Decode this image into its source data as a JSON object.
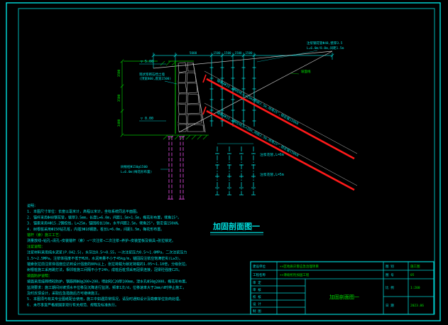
{
  "title": "加固剖面图一",
  "dims": {
    "top": [
      "5000",
      "1500",
      "1500",
      "1500",
      "1500"
    ],
    "left": [
      "3500",
      "3500",
      "3400"
    ]
  },
  "labels": {
    "pipe_note1": "注浆钢花管Φ48,壁厚3.5",
    "pipe_note2": "L=6.0m/8.0m,间距1.5m",
    "slope_line": "坡面线",
    "wall_line1": "现状浆砌石挡土墙",
    "wall_line2": "(顶宽800,底宽1500)",
    "elev_top": "▽ 5.00",
    "elev_bottom": "▽ 0.00",
    "anchor1": "锚索4Φ15.2钢绞线,L=25m,间距2.5m,倾角25°,锁定值150kN",
    "anchor2": "锚索4Φ15.2钢绞线,L=20m,间距2.5m,倾角25°,锁定值150kN",
    "root_pile1": "树根桩Φ150@1500",
    "root_pile2": "L=6.0m(梅花形布置)",
    "grout1": "注浆花管,L=6m",
    "grout2": "注浆花管,L=5m"
  },
  "notes": [
    "说明：",
    "1. 本图尺寸单位：长度以毫米计，高程以米计，坐标系统同总平面图。",
    "2. 锚杆采用Φ48钢花管，壁厚3.5mm，长度L=6.0m，间距1.5m×1.5m，梅花形布置，倾角15°。",
    "3. 锚索采用4Φ15.2钢绞线，L=25m，锚固段长10m，水平间距2.5m，倾角25°，锁定值150kN。",
    "4. 树根桩采用Φ150钻孔桩，内插3Φ18钢筋，桩长L=6.0m，间距1.5m，梅花形布置。",
    "锚杆（索）施工工艺：",
    "测量放线→钻孔→清孔→安装锚杆（索）→一次注浆→二次注浆→养护→安装垫板及锁具→张拉锁定。",
    "注浆说明：",
    "注浆材料采用纯水泥浆(P.O42.5)，水灰比0.5～0.55，一次注浆压力0.5～1.0MPa，二次注浆压力",
    "1.5～2.5MPa，注浆体强度不低于M20，水泥用量不小于45kg/m，锚固段注浆应饱满密实(L≥3)。",
    "锚索张拉前注浆体强度应达到设计强度的80%以上，张拉荷载为锁定荷载的1.05～1.10倍，分级张拉。",
    "树根桩施工采用跳打法，相邻桩施工间隔不小于24h，成桩后桩顶采用冠梁连接，冠梁砼强度C25。",
    "坡面防护说明：",
    "坡面采用挂网喷砼防护，钢筋网Φ8@200×200，喷射砼C20厚100mm，泄水孔Φ50@2000，梅花形布置。",
    "监测要求：施工期间对坡顶水平位移及沉降进行监测，频率1次/d，位移速率大于2mm/d时停止施工，",
    "及时反馈设计，采取应急措施后方可继续施工。",
    "5. 本图须与有关专业图纸配合使用，施工中如遇异常情况，请及时通知设计及勘察单位协商处理。",
    "6. 未尽事宜严格按国家现行有关规范、规程及标准执行。"
  ],
  "titleblock": {
    "org_label": "建设单位",
    "org_value": "××区地质灾害应急治理项目",
    "project_label": "工程名称",
    "project_value": "××滑坡抢险加固工程",
    "sign_rows": [
      "审 定",
      "审 核",
      "校 核",
      "设 计",
      "制 图"
    ],
    "drawing_title": "加固剖面图一",
    "type_label": "图 别",
    "type_value": "施工图",
    "no_label": "图 号",
    "no_value": "05",
    "scale_label": "比 例",
    "scale_value": "1:200",
    "date_label": "日 期",
    "date_value": "2023.06"
  }
}
